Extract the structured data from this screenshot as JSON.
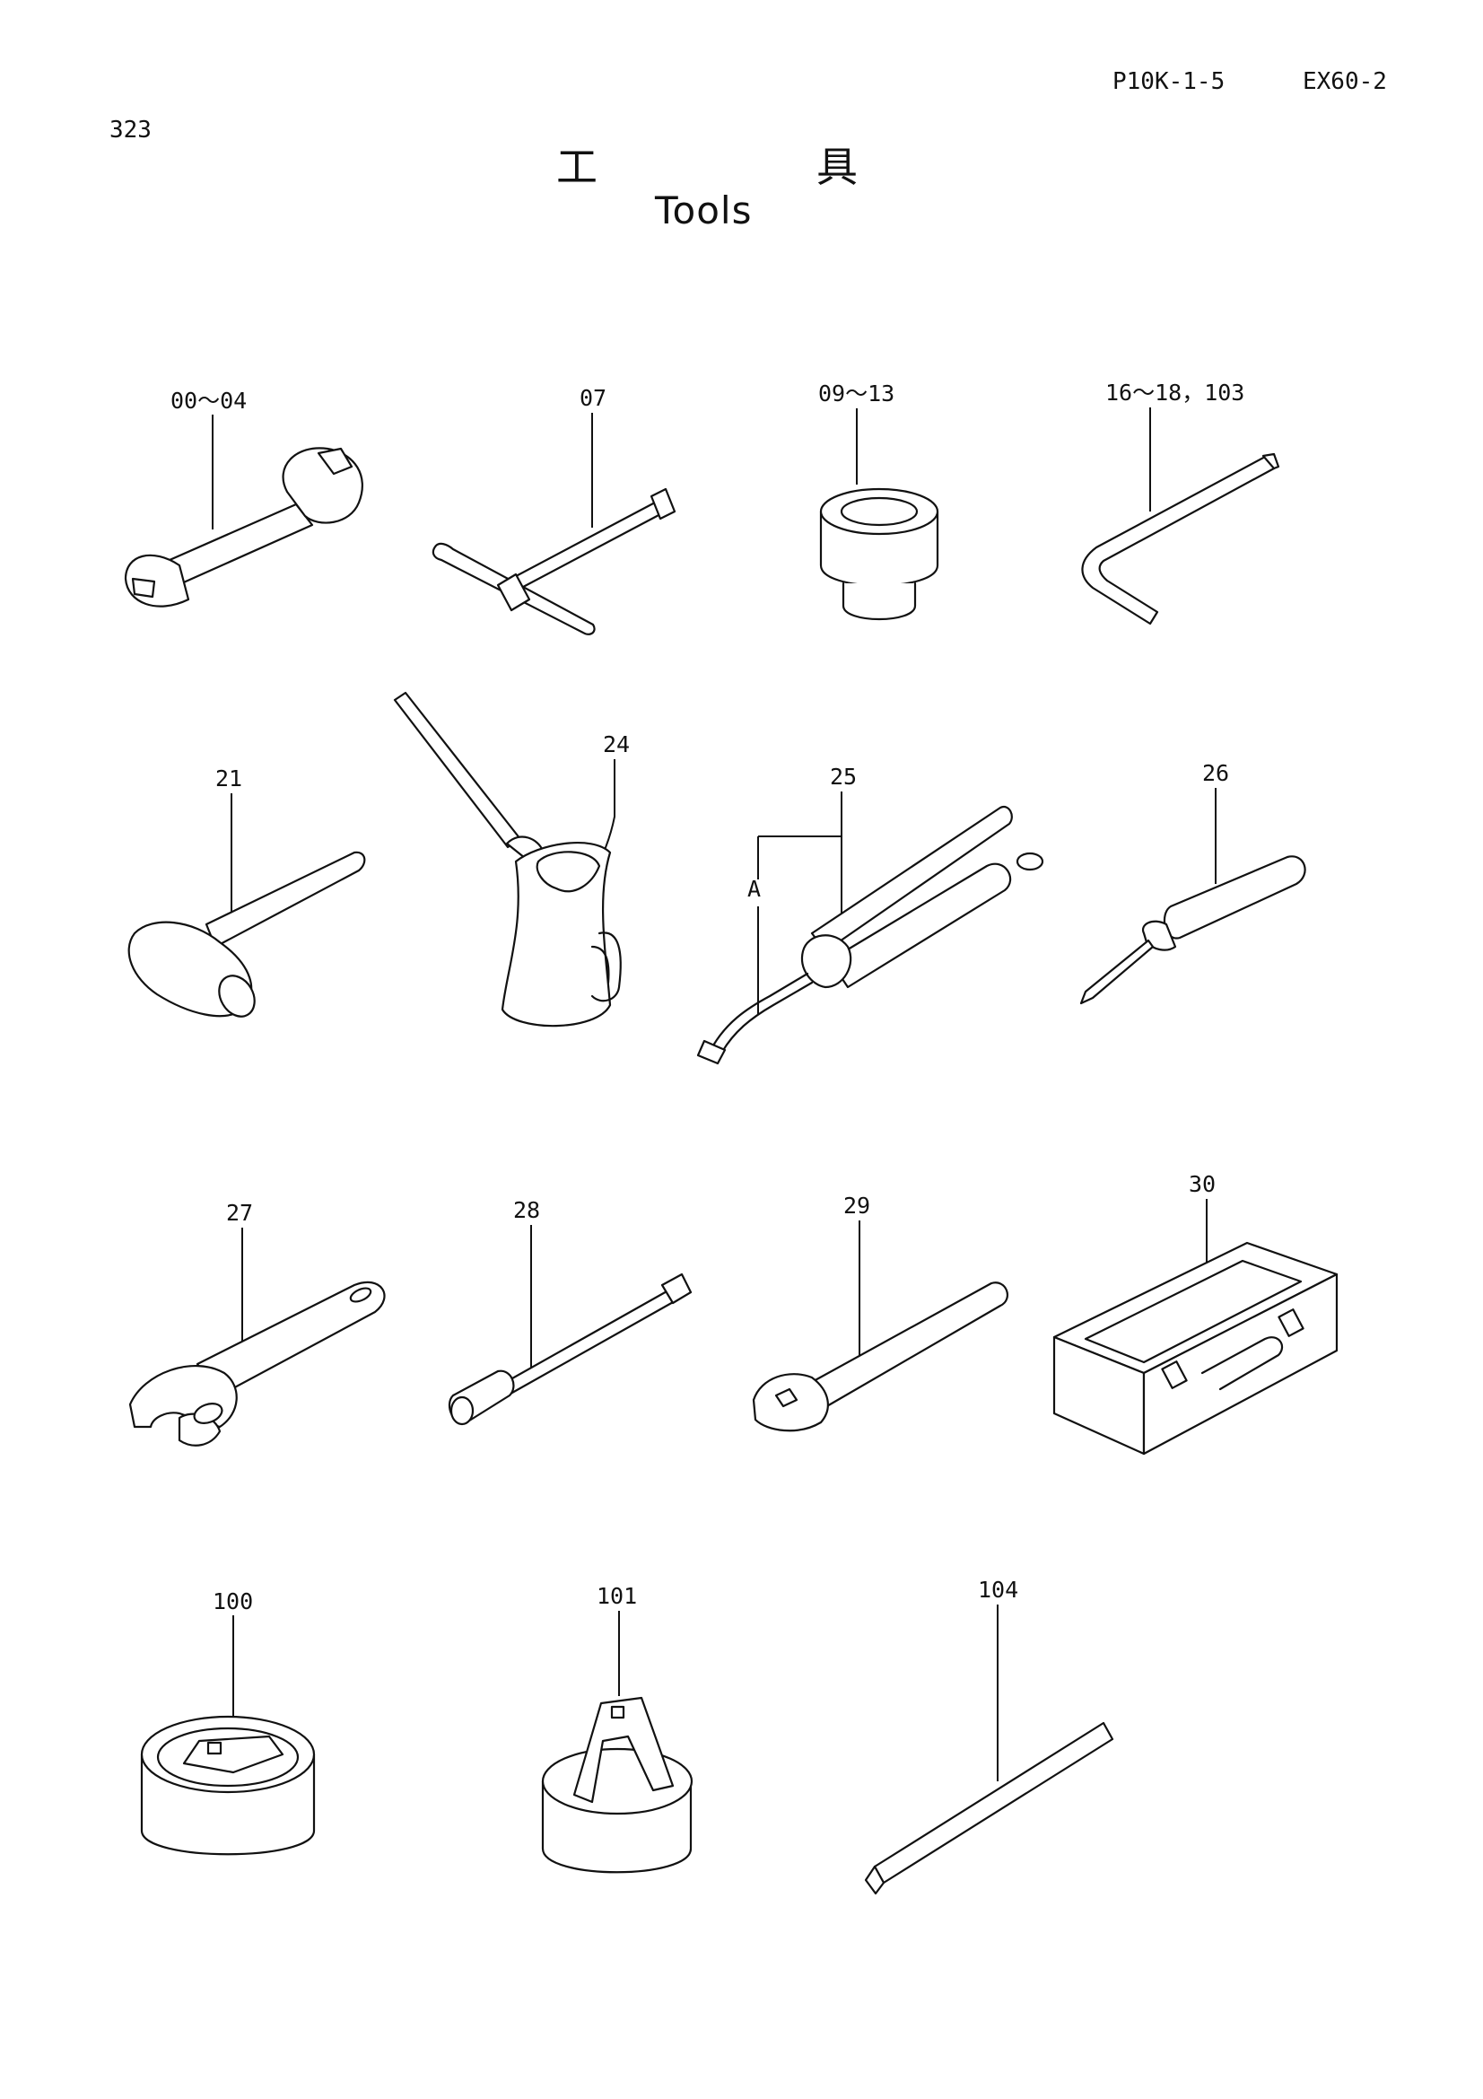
{
  "header": {
    "page_number": "323",
    "doc_code_left": "P10K-1-5",
    "doc_code_right": "EX60-2",
    "title_jp_1": "工",
    "title_jp_2": "具",
    "title_en": "Tools"
  },
  "callouts": {
    "spanner": "00～04",
    "t_wrench": "07",
    "socket": "09～13",
    "hex_key": "16～18，103",
    "hammer": "21",
    "oil_can": "24",
    "grease_gun": "25",
    "grease_gun_sub": "A",
    "screwdriver": "26",
    "adjustable_wrench": "27",
    "extension_bar": "28",
    "ratchet_handle": "29",
    "tool_box": "30",
    "filter_wrench_100": "100",
    "filter_wrench_101": "101",
    "bar_104": "104"
  }
}
